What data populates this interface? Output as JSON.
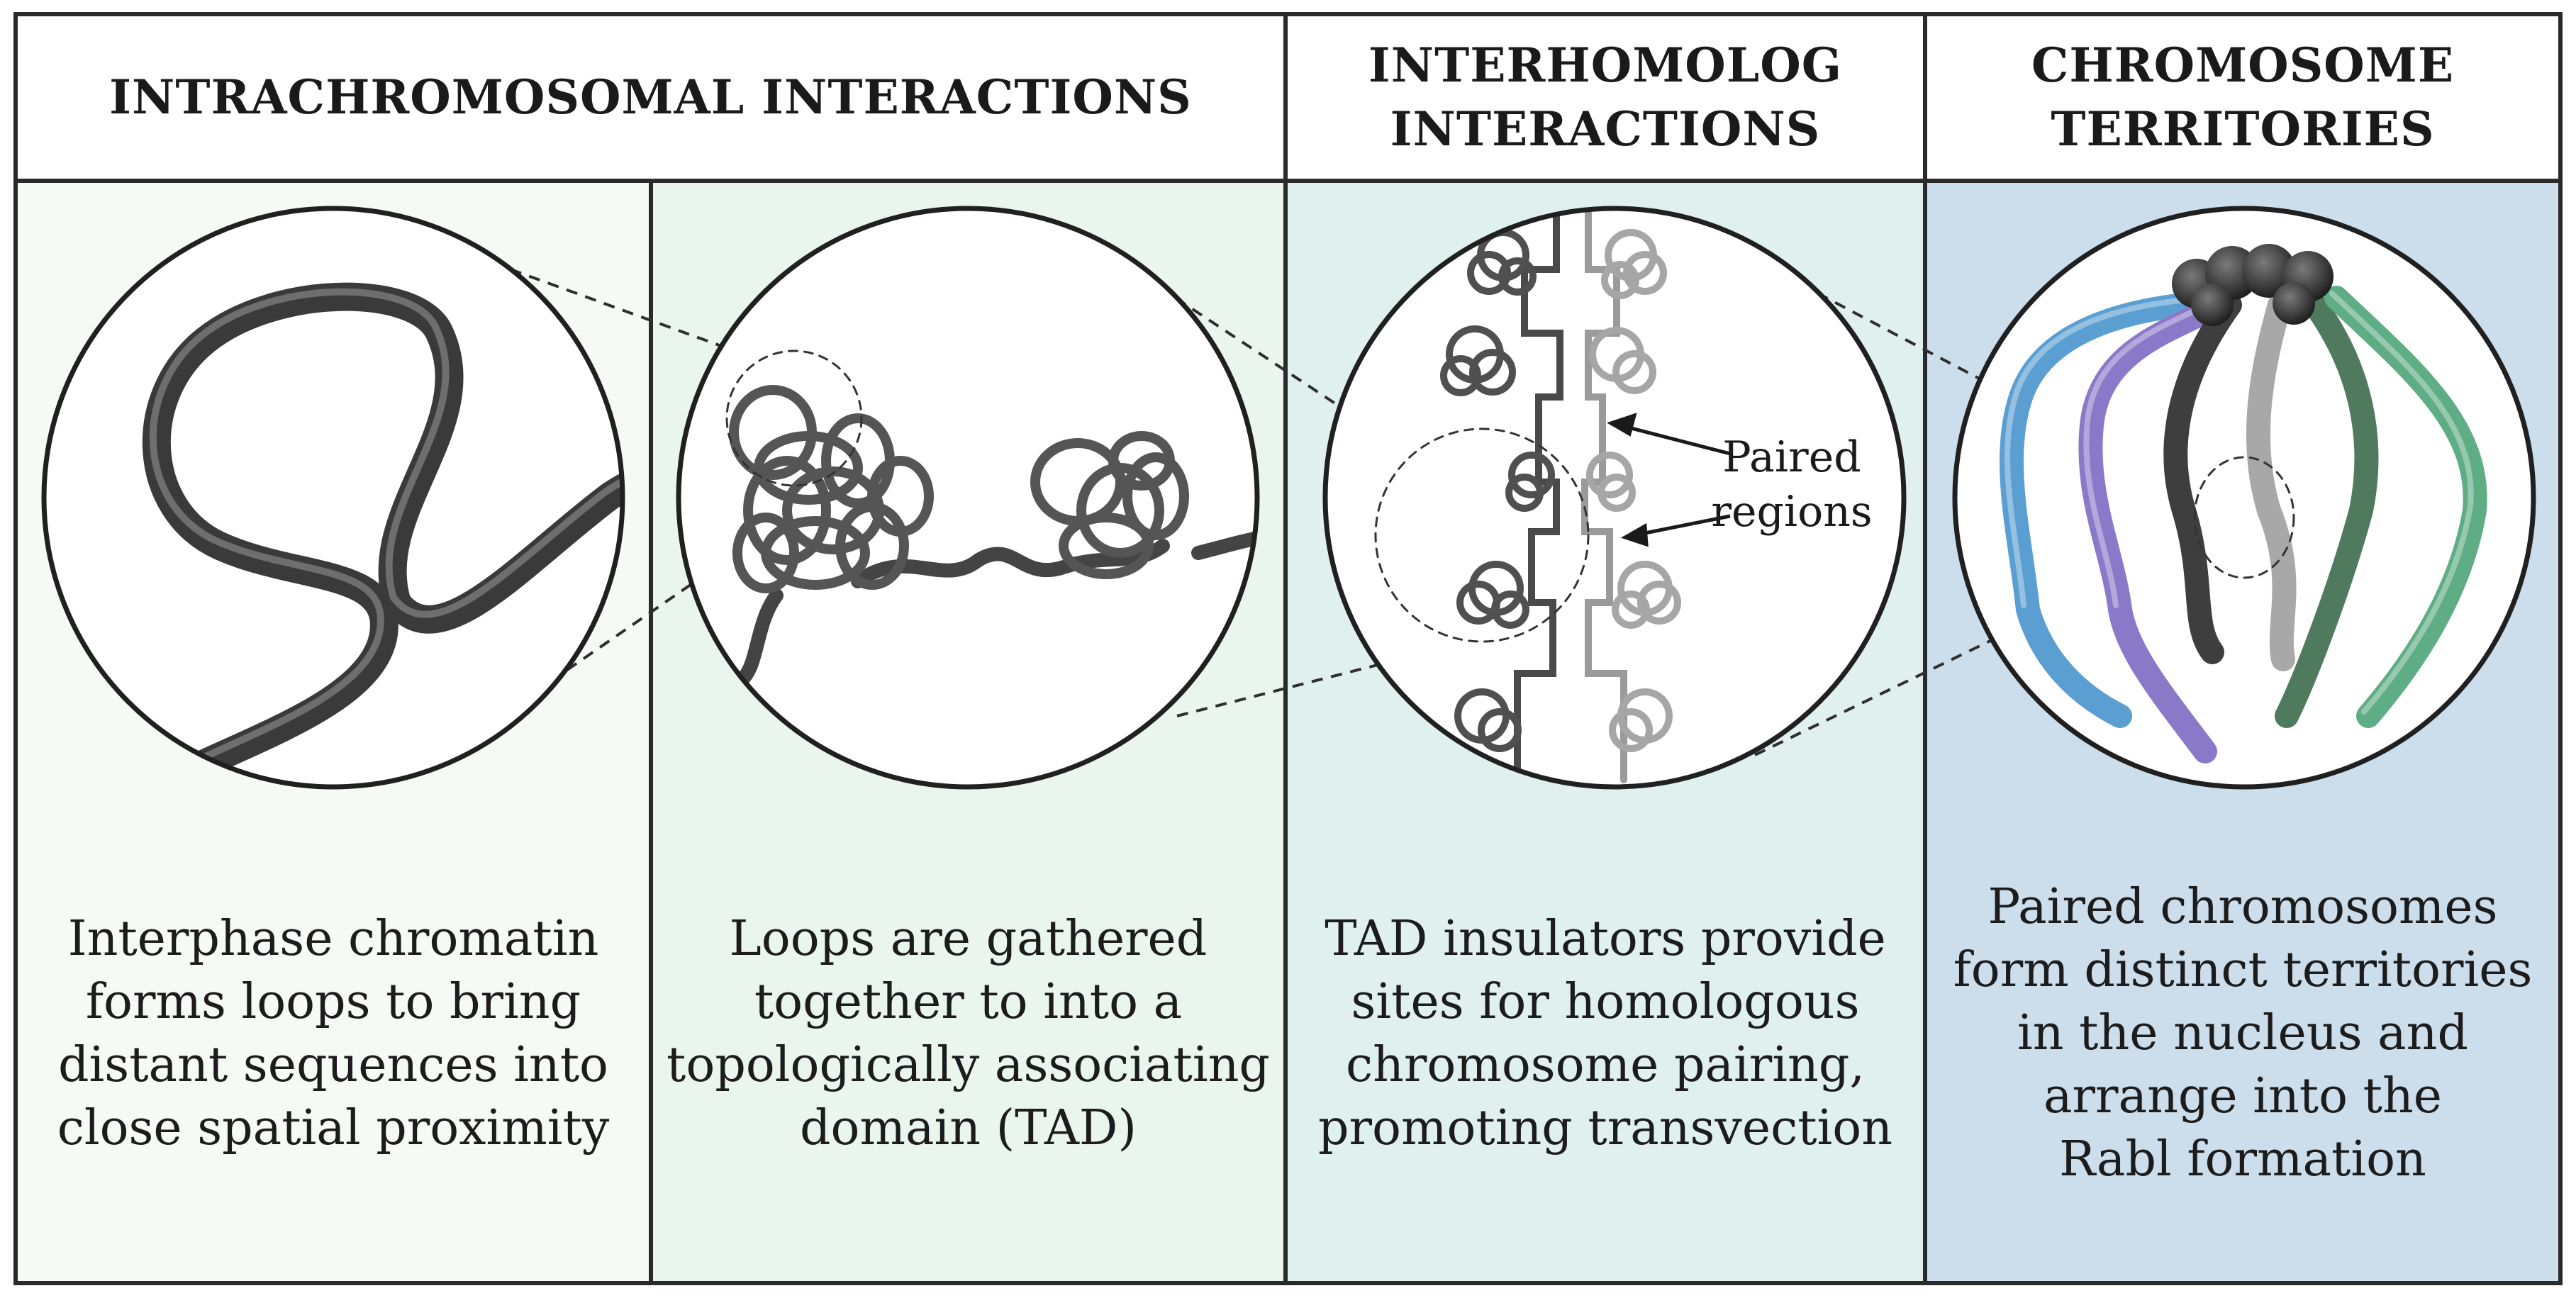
{
  "headers": {
    "intra": "INTRACHROMOSOMAL INTERACTIONS",
    "inter_line1": "INTERHOMOLOG",
    "inter_line2": "INTERACTIONS",
    "terr_line1": "CHROMOSOME",
    "terr_line2": "TERRITORIES"
  },
  "panels": [
    {
      "caption": [
        "Interphase chromatin",
        "forms loops to bring",
        "distant sequences into",
        "close spatial proximity"
      ]
    },
    {
      "caption": [
        "Loops are gathered",
        "together to into a",
        "topologically associating",
        "domain (TAD)"
      ]
    },
    {
      "caption": [
        "TAD insulators provide",
        "sites for homologous",
        "chromosome pairing,",
        "promoting transvection"
      ]
    },
    {
      "caption": [
        "Paired chromosomes",
        "form distinct territories",
        "in the nucleus and",
        "arrange into the",
        "Rabl formation"
      ]
    }
  ],
  "annotations": {
    "paired_line1": "Paired",
    "paired_line2": "regions"
  },
  "colors": {
    "panel1_bg": "#f6faf5",
    "panel2_bg": "#eaf5ee",
    "panel3_bg": "#dff0ee",
    "panel4_bg": "#ccdeec",
    "chromatin_dark": "#3c3c3c",
    "chromatin_light": "#9c9c9c",
    "blue": "#5b9fd2",
    "purple": "#8a78c8",
    "green_dark": "#4f7a5e",
    "green_light": "#5fad84"
  }
}
